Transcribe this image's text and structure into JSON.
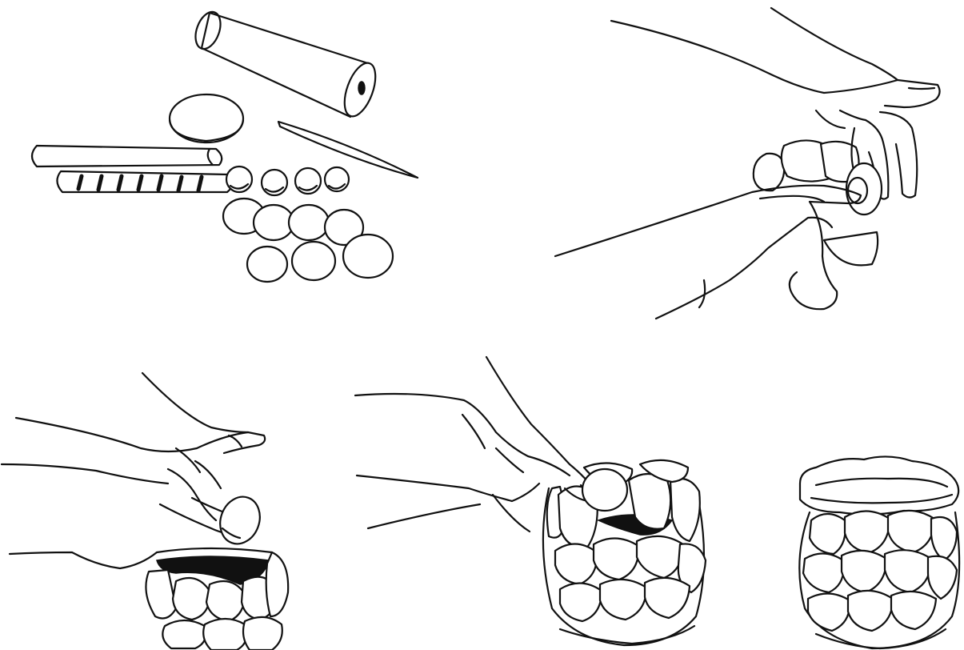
{
  "steps": [
    {
      "depicts": "clay-materials"
    },
    {
      "depicts": "pressing-clay-disc-onto-pot"
    },
    {
      "depicts": "adding-second-row-of-petals"
    },
    {
      "depicts": "adding-upper-row-of-petals"
    },
    {
      "depicts": "finished-petal-pot"
    }
  ],
  "colors": {
    "line": "#111111",
    "background": "#ffffff"
  }
}
